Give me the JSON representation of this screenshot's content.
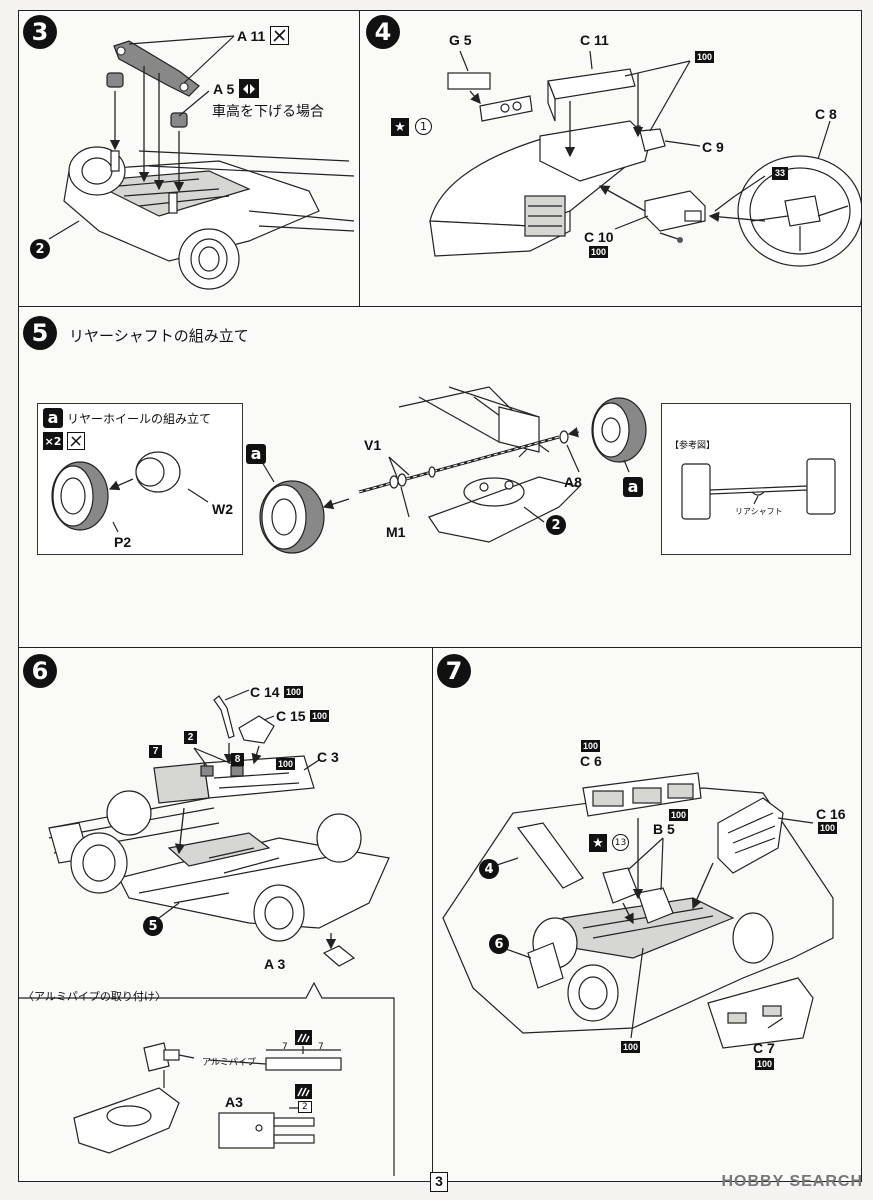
{
  "step3": {
    "num": "3",
    "labels": {
      "a11": "A 11",
      "a5": "A 5",
      "ref2": "2"
    },
    "note": "車高を下げる場合"
  },
  "step4": {
    "num": "4",
    "labels": {
      "g5": "G 5",
      "c11": "C 11",
      "c8": "C 8",
      "c9": "C 9",
      "c10": "C 10"
    },
    "badges": {
      "b100a": "100",
      "b33": "33",
      "b100b": "100"
    },
    "decal": "1"
  },
  "step5": {
    "num": "5",
    "title": "リヤーシャフトの組み立て",
    "sub": {
      "badge": "a",
      "title": "リヤーホイールの組み立て",
      "mult": "×2",
      "labels": {
        "p2": "P2",
        "w2": "W2"
      }
    },
    "labels": {
      "v1": "V1",
      "m1": "M1",
      "a8": "A8",
      "ref2": "2",
      "aLeft": "a",
      "aRight": "a"
    },
    "reference": {
      "title": "【参考図】",
      "caption": "リアシャフト"
    }
  },
  "step6": {
    "num": "6",
    "labels": {
      "c14": "C 14",
      "c15": "C 15",
      "c3": "C 3",
      "a3": "A 3",
      "ref5": "5"
    },
    "badges": {
      "b100a": "100",
      "b100b": "100",
      "b100c": "100",
      "b7": "7",
      "b2": "2",
      "b8": "8"
    },
    "aluminium": {
      "title": "〈アルミパイプの取り付け〉",
      "pipeLabel": "アルミパイプ",
      "dimA": "7",
      "dimB": "7",
      "a3": "A3",
      "dimC": "2"
    }
  },
  "step7": {
    "num": "7",
    "labels": {
      "c6": "C 6",
      "b5": "B 5",
      "c16": "C 16",
      "c7": "C 7",
      "ref4": "4",
      "ref6": "6"
    },
    "badges": {
      "b100a": "100",
      "b100b": "100",
      "b100c": "100",
      "b100d": "100",
      "b100e": "100"
    },
    "decal": "13"
  },
  "footer": {
    "page": "3",
    "watermark": "HOBBY SEARCH"
  }
}
